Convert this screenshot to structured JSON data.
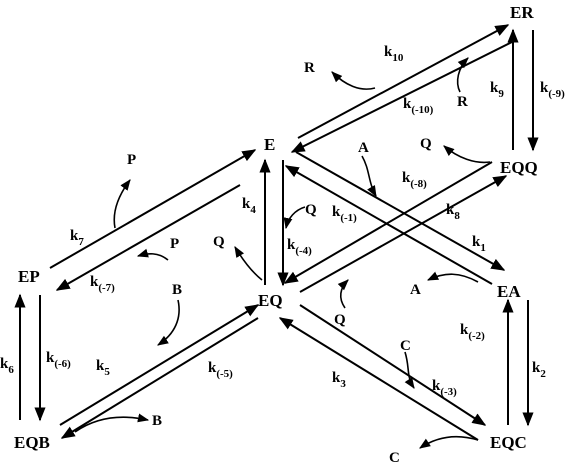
{
  "nodes": {
    "E": "E",
    "ER": "ER",
    "EQQ": "EQQ",
    "EA": "EA",
    "EQ": "EQ",
    "EQC": "EQC",
    "EP": "EP",
    "EQB": "EQB"
  },
  "species": {
    "R_release": "R",
    "R_binding": "R",
    "Q_eqq": "Q",
    "A_top": "A",
    "Q_binding_e": "Q",
    "Q_release_eq": "Q",
    "Q_bottom": "Q",
    "P_release": "P",
    "P_binding": "P",
    "B_binding": "B",
    "B_release": "B",
    "A_release": "A",
    "C_binding": "C",
    "C_release": "C"
  },
  "rates": {
    "k10": {
      "base": "k",
      "sub": "10"
    },
    "km10": {
      "base": "k",
      "sub": "(-10)"
    },
    "k9": {
      "base": "k",
      "sub": "9"
    },
    "km9": {
      "base": "k",
      "sub": "(-9)"
    },
    "km8": {
      "base": "k",
      "sub": "(-8)"
    },
    "k8": {
      "base": "k",
      "sub": "8"
    },
    "km1": {
      "base": "k",
      "sub": "(-1)"
    },
    "k1": {
      "base": "k",
      "sub": "1"
    },
    "k4": {
      "base": "k",
      "sub": "4"
    },
    "km4": {
      "base": "k",
      "sub": "(-4)"
    },
    "k7": {
      "base": "k",
      "sub": "7"
    },
    "km7": {
      "base": "k",
      "sub": "(-7)"
    },
    "k6": {
      "base": "k",
      "sub": "6"
    },
    "km6": {
      "base": "k",
      "sub": "(-6)"
    },
    "k5": {
      "base": "k",
      "sub": "5"
    },
    "km5": {
      "base": "k",
      "sub": "(-5)"
    },
    "k3": {
      "base": "k",
      "sub": "3"
    },
    "km3": {
      "base": "k",
      "sub": "(-3)"
    },
    "km2": {
      "base": "k",
      "sub": "(-2)"
    },
    "k2": {
      "base": "k",
      "sub": "2"
    }
  },
  "colors": {
    "ink": "#000000",
    "background": "#ffffff"
  }
}
